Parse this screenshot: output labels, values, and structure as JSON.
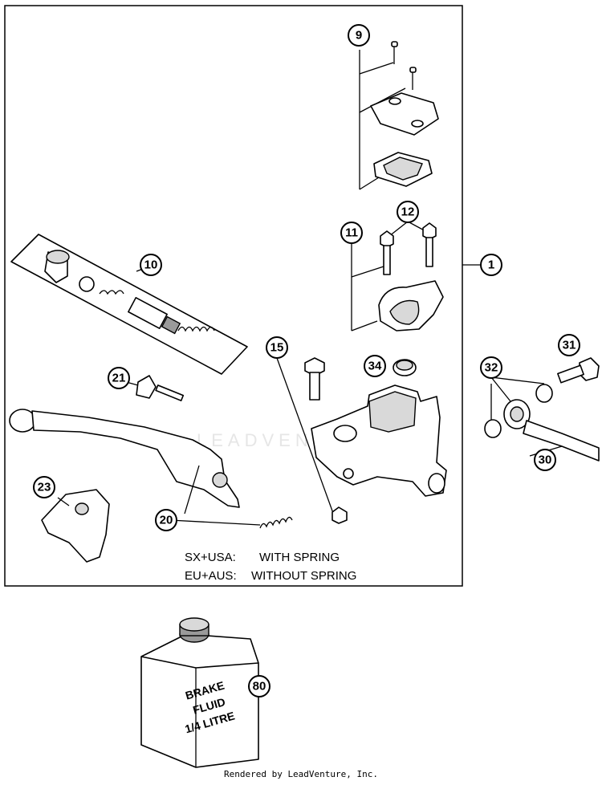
{
  "callouts": {
    "c1": "1",
    "c9": "9",
    "c10": "10",
    "c11": "11",
    "c12": "12",
    "c15": "15",
    "c20": "20",
    "c21": "21",
    "c23": "23",
    "c30": "30",
    "c31": "31",
    "c32": "32",
    "c34": "34",
    "c80": "80"
  },
  "notes": {
    "line1_region": "SX+USA:",
    "line1_text": "WITH SPRING",
    "line2_region": "EU+AUS:",
    "line2_text": "WITHOUT SPRING"
  },
  "bottle_label": [
    "BRAKE",
    "FLUID",
    "1/4 LITRE"
  ],
  "watermark": "LEADVENTURE",
  "footer": "Rendered by LeadVenture, Inc."
}
